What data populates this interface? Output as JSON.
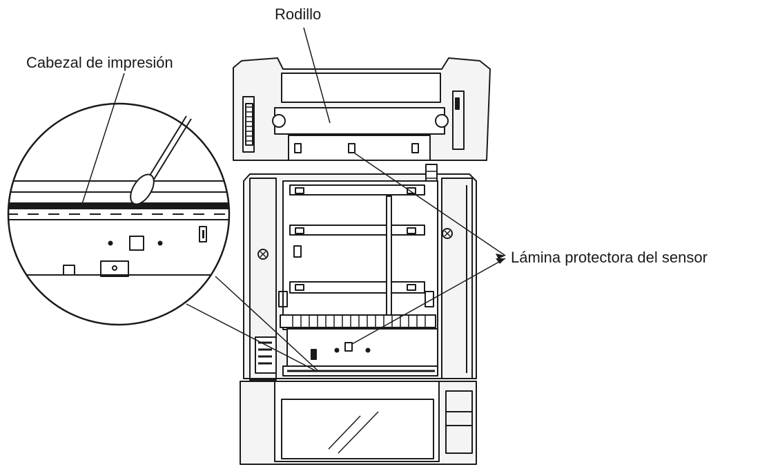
{
  "labels": {
    "roller": "Rodillo",
    "print_head": "Cabezal de impresión",
    "sensor_protector": "Lámina protectora del sensor"
  },
  "colors": {
    "ink": "#1a1a1a",
    "background": "#ffffff",
    "body_fill": "#f4f4f4"
  }
}
